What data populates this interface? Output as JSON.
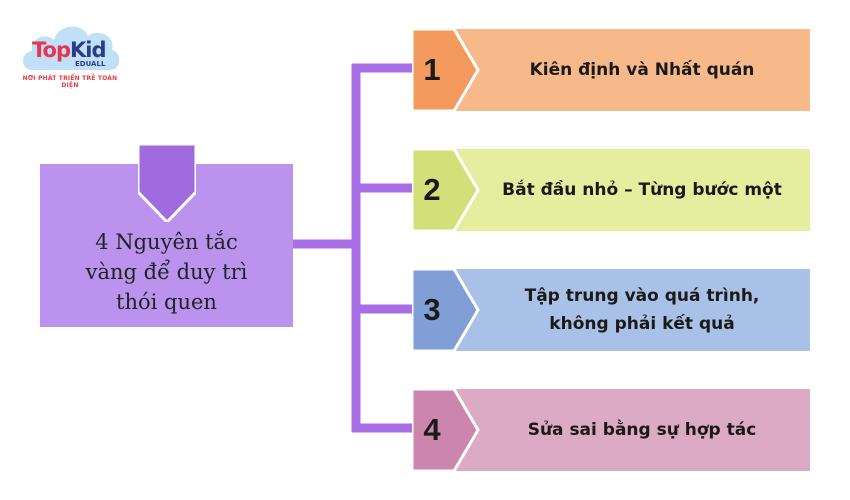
{
  "logo": {
    "brand_top": "Top",
    "brand_kid": "Kid",
    "brand_sub": "EDUALL",
    "tagline": "NƠI PHÁT TRIỂN TRẺ TOÀN DIỆN",
    "colors": {
      "cloud": "#bfe0f7",
      "top": "#e8344e",
      "kid": "#2d3a8c"
    }
  },
  "center": {
    "title_lines": [
      "4 Nguyên tắc",
      "vàng để duy trì",
      "thói quen"
    ],
    "color": "#bb93ef",
    "notch_color": "#a06bdf"
  },
  "connector_color": "#a86ee6",
  "items": [
    {
      "number": "1",
      "text": "Kiên định và Nhất quán",
      "bg": "#f8b98a",
      "badge": "#f49a5e"
    },
    {
      "number": "2",
      "text": "Bắt đầu nhỏ – Từng bước một",
      "bg": "#e4ee9e",
      "badge": "#d2e07a"
    },
    {
      "number": "3",
      "text": "Tập trung vào quá trình, không phải kết quả",
      "bg": "#a9c1e6",
      "badge": "#7f9fd6"
    },
    {
      "number": "4",
      "text": "Sửa sai bằng sự hợp tác",
      "bg": "#ddaac6",
      "badge": "#cc85ad"
    }
  ]
}
